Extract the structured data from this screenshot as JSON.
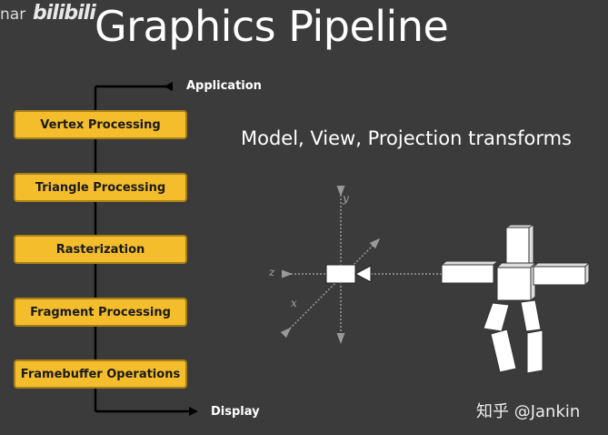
{
  "watermark": {
    "left_text": "nar",
    "logo": "bilibili",
    "credit": "知乎 @Jankin"
  },
  "title": "Graphics Pipeline",
  "pipeline": {
    "input_label": "Application",
    "output_label": "Display",
    "stages": [
      "Vertex Processing",
      "Triangle Processing",
      "Rasterization",
      "Fragment Processing",
      "Framebuffer Operations"
    ],
    "stage_color": "#f4bd2c"
  },
  "illustration": {
    "subtitle": "Model, View, Projection transforms",
    "axes": {
      "x": "x",
      "y": "y",
      "z": "z"
    }
  }
}
